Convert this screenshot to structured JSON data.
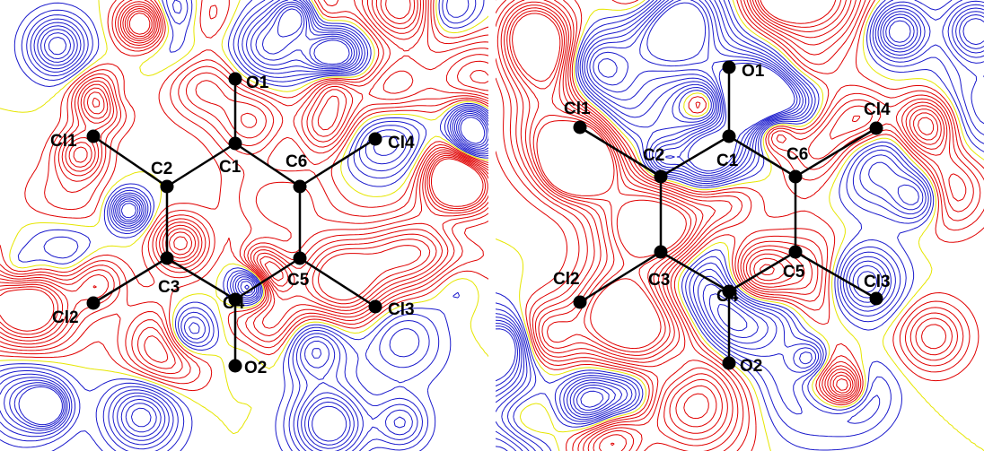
{
  "colors": {
    "positive_contour": "#e00000",
    "negative_contour": "#1a1acc",
    "zero_contour": "#e6e600",
    "bond": "#000000",
    "atom": "#000000",
    "background": "#ffffff"
  },
  "panels": [
    {
      "id": "left",
      "atoms": [
        {
          "id": "O1",
          "label": "O1"
        },
        {
          "id": "C1",
          "label": "C1"
        },
        {
          "id": "C2",
          "label": "C2"
        },
        {
          "id": "C3",
          "label": "C3"
        },
        {
          "id": "C4",
          "label": "C4"
        },
        {
          "id": "C5",
          "label": "C5"
        },
        {
          "id": "C6",
          "label": "C6"
        },
        {
          "id": "O2",
          "label": "O2"
        },
        {
          "id": "Cl1",
          "label": "Cl1"
        },
        {
          "id": "Cl2",
          "label": "Cl2"
        },
        {
          "id": "Cl3",
          "label": "Cl3"
        },
        {
          "id": "Cl4",
          "label": "Cl4"
        }
      ]
    },
    {
      "id": "right",
      "atoms": [
        {
          "id": "O1",
          "label": "O1"
        },
        {
          "id": "C1",
          "label": "C1"
        },
        {
          "id": "C2",
          "label": "C2"
        },
        {
          "id": "C3",
          "label": "C3"
        },
        {
          "id": "C4",
          "label": "C4"
        },
        {
          "id": "C5",
          "label": "C5"
        },
        {
          "id": "C6",
          "label": "C6"
        },
        {
          "id": "O2",
          "label": "O2"
        },
        {
          "id": "Cl1",
          "label": "Cl1"
        },
        {
          "id": "Cl2",
          "label": "Cl2"
        },
        {
          "id": "Cl3",
          "label": "Cl3"
        },
        {
          "id": "Cl4",
          "label": "Cl4"
        }
      ]
    }
  ],
  "bonds": [
    [
      "O1",
      "C1"
    ],
    [
      "C1",
      "C2"
    ],
    [
      "C1",
      "C6"
    ],
    [
      "C2",
      "C3"
    ],
    [
      "C3",
      "C4"
    ],
    [
      "C4",
      "C5"
    ],
    [
      "C5",
      "C6"
    ],
    [
      "C4",
      "O2"
    ],
    [
      "C2",
      "Cl1"
    ],
    [
      "C3",
      "Cl2"
    ],
    [
      "C5",
      "Cl3"
    ],
    [
      "C6",
      "Cl4"
    ]
  ]
}
